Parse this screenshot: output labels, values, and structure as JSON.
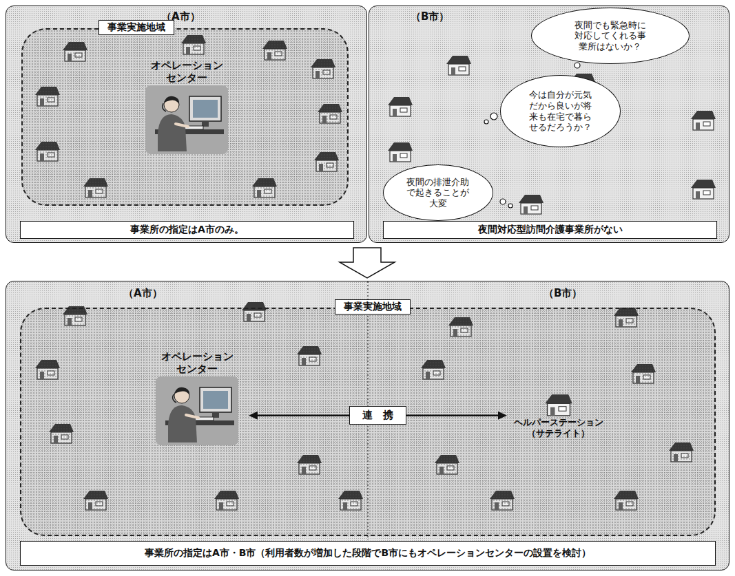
{
  "diagram": {
    "nodes": [
      {
        "text": [
          "（A市）"
        ]
      },
      {
        "text": [
          "事業実施地域"
        ],
        "in": 0
      },
      {
        "text": [
          "オペレーションセンター"
        ],
        "in": 1
      },
      {
        "text": [
          "事業所の指定はA市のみ。"
        ],
        "in": 0
      },
      {
        "text": [
          "（B市）"
        ]
      },
      {
        "text": [
          "夜間でも緊急時に対応してくれる事業所はないか？"
        ],
        "in": 4
      },
      {
        "text": [
          "今は自分が元気だから良いが将来も在宅で暮らせるだろうか？"
        ],
        "in": 4
      },
      {
        "text": [
          "夜間の排泄介助で起きることが大変"
        ],
        "in": 4
      },
      {
        "text": [
          "夜間対応型訪問介護事業所がない"
        ],
        "in": 4
      },
      {
        "text": [
          "（A市）",
          "（B市）"
        ]
      },
      {
        "text": [
          "事業実施地域"
        ],
        "in": 9
      },
      {
        "text": [
          "オペレーションセンター"
        ],
        "in": 10
      },
      {
        "text": [
          "ヘルパーステーション（サテライト）"
        ],
        "in": 10
      },
      {
        "text": [
          "事業所の指定はA市・B市（利用者数が増加した段階でB市にもオペレーションセンターの設置を検討）"
        ],
        "in": 9
      }
    ],
    "edges": [
      {
        "from": 11,
        "to": 12,
        "arrow": "both",
        "label": "連　携"
      }
    ]
  }
}
